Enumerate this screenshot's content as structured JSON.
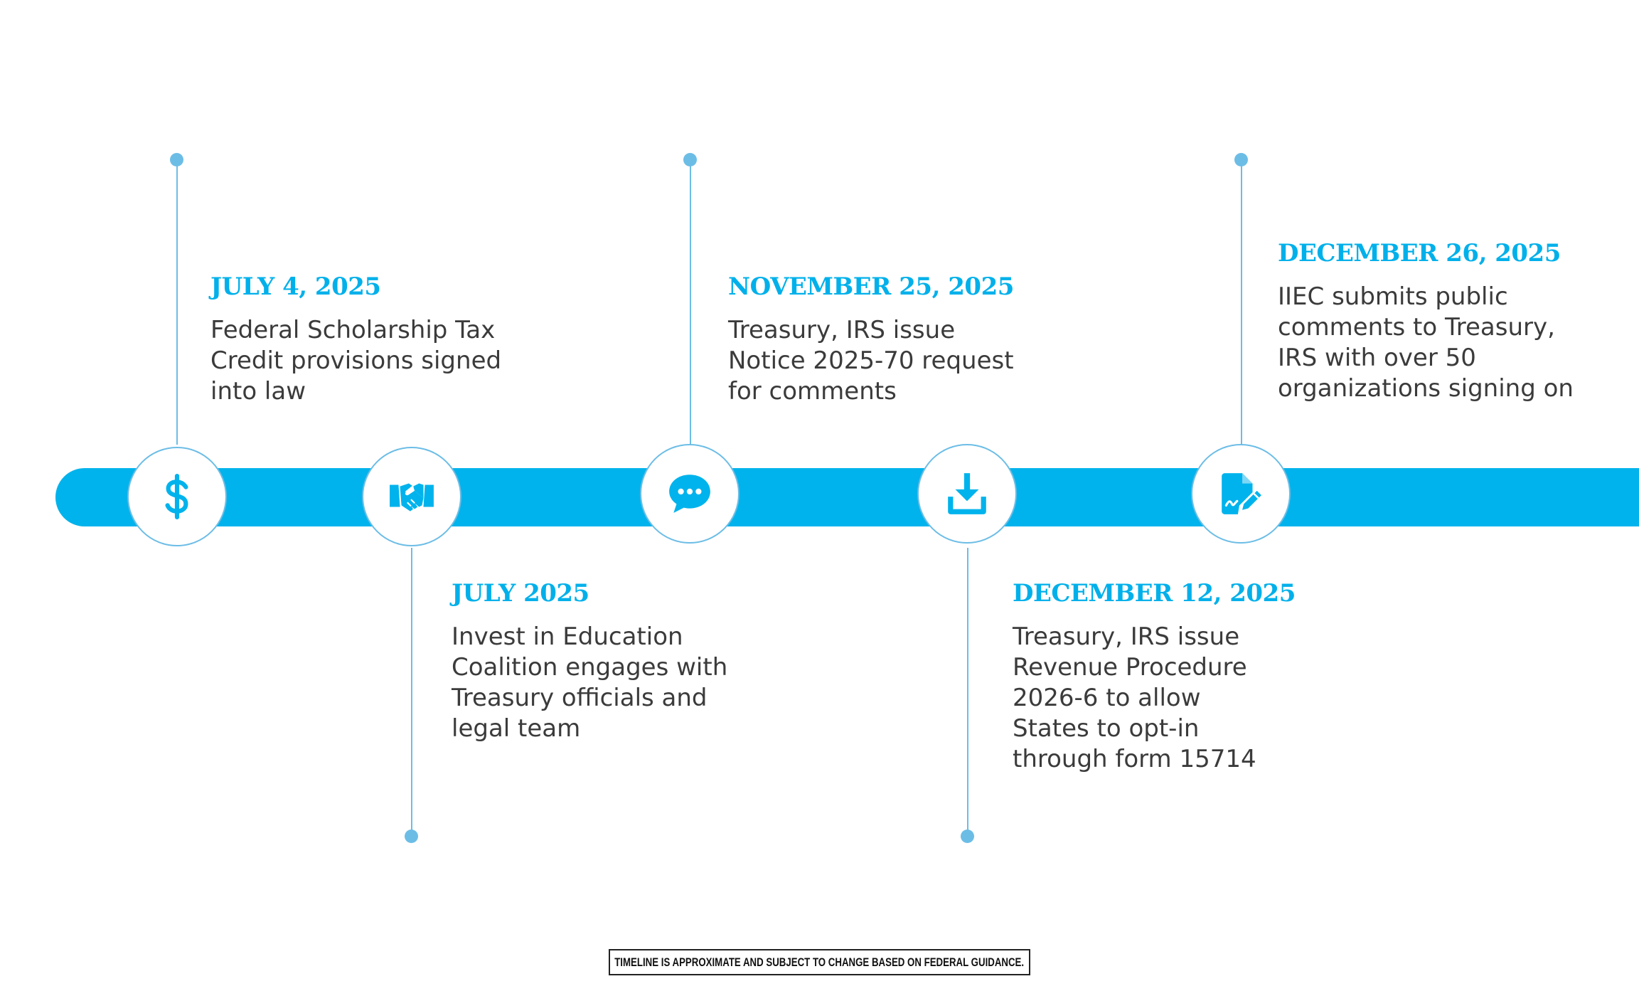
{
  "timeline": {
    "events": [
      {
        "date": "JULY 4, 2025",
        "description": "Federal Scholarship Tax\nCredit provisions signed\ninto law",
        "icon": "dollar-icon"
      },
      {
        "date": "JULY 2025",
        "description": "Invest in Education\nCoalition engages with\nTreasury officials and\nlegal team",
        "icon": "handshake-icon"
      },
      {
        "date": "NOVEMBER 25, 2025",
        "description": "Treasury, IRS issue\nNotice 2025-70 request\nfor comments",
        "icon": "chat-bubble-icon"
      },
      {
        "date": "DECEMBER 12, 2025",
        "description": "Treasury, IRS issue\nRevenue Procedure\n2026-6 to allow\nStates to opt-in\nthrough form 15714",
        "icon": "download-icon"
      },
      {
        "date": "DECEMBER 26, 2025",
        "description": "IIEC submits public\ncomments to Treasury,\nIRS with over 50\norganizations signing on",
        "icon": "document-edit-icon"
      }
    ],
    "disclaimer": "TIMELINE IS APPROXIMATE AND SUBJECT TO CHANGE BASED ON FEDERAL GUIDANCE.",
    "colors": {
      "accent": "#00b3ec",
      "line": "#6cbde6",
      "text": "#3b3b3b",
      "date": "#00b0ea"
    }
  }
}
